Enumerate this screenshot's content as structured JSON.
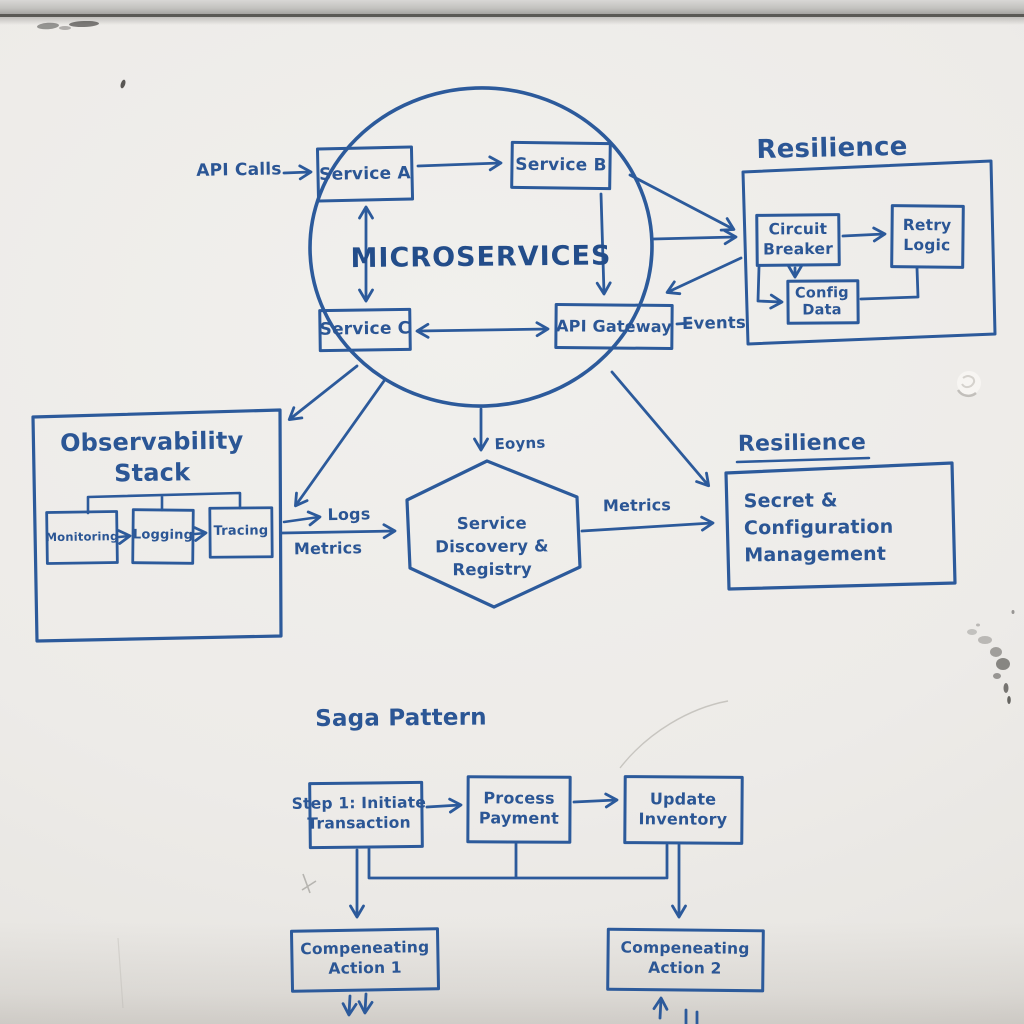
{
  "colors": {
    "marker_blue": "#2c5a9b",
    "marker_blue_dark": "#234d8a",
    "whiteboard": "#edebe8",
    "frame_gray": "#c2c1be"
  },
  "core": {
    "title": "MICROSERVICES",
    "api_calls": "API Calls",
    "service_a": "Service A",
    "service_b": "Service B",
    "service_c": "Service C",
    "api_gateway": "API Gateway",
    "events": "Events",
    "hex_flow_label": "Eoyns"
  },
  "resilience_panel": {
    "title": "Resilience",
    "circuit_breaker": "Circuit\nBreaker",
    "retry_logic": "Retry\nLogic",
    "config_data": "Config\nData"
  },
  "observability": {
    "title": "Observability\nStack",
    "monitoring": "Monitoring",
    "logging": "Logging",
    "tracing": "Tracing",
    "logs": "Logs",
    "metrics": "Metrics"
  },
  "discovery": {
    "label": "Service\nDiscovery &\nRegistry",
    "metrics_out": "Metrics"
  },
  "secret": {
    "title": "Resilience",
    "label": "Secret &\nConfiguration\nManagement"
  },
  "saga": {
    "title": "Saga Pattern",
    "step1": "Step 1: Initiate\nTransaction",
    "step2": "Process\nPayment",
    "step3": "Update\nInventory",
    "comp1": "Compeneating\nAction 1",
    "comp2": "Compeneating\nAction 2"
  }
}
